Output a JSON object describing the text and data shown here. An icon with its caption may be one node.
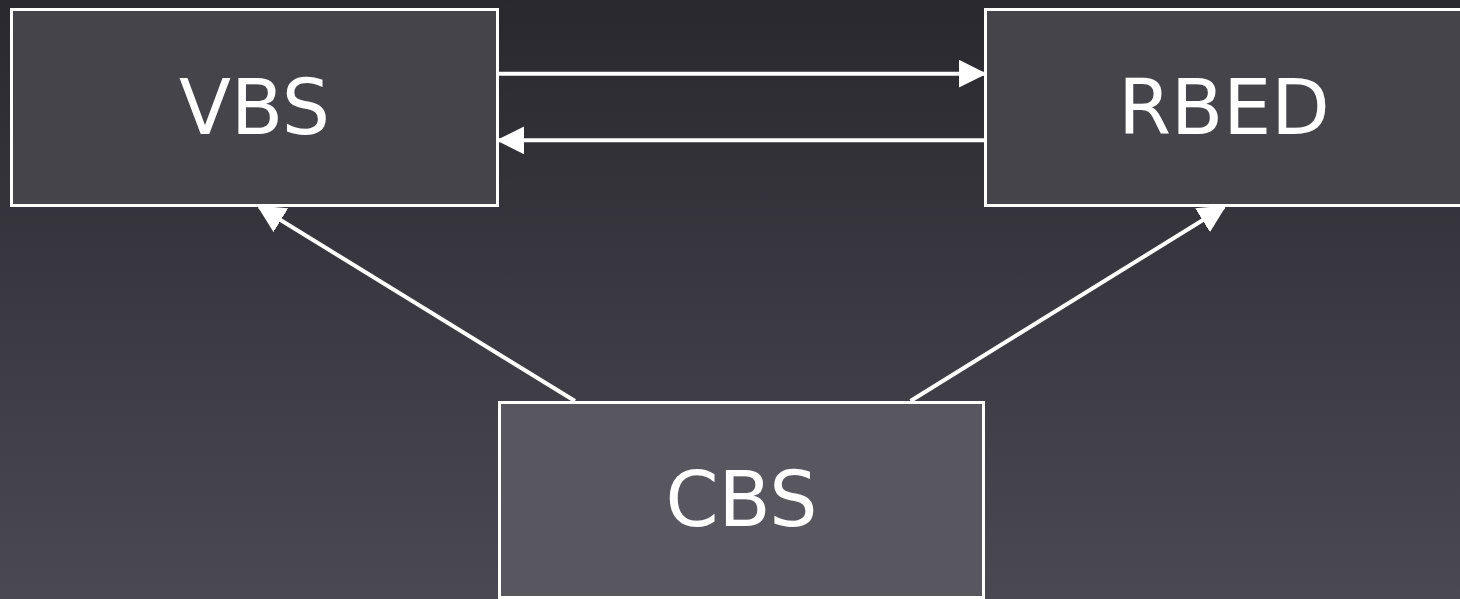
{
  "diagram": {
    "nodes": [
      {
        "text": [
          "VBS"
        ]
      },
      {
        "text": [
          "RBED"
        ]
      },
      {
        "text": [
          "CBS"
        ]
      }
    ],
    "edges": [
      {
        "from": 0,
        "to": 1,
        "arrow": "to"
      },
      {
        "from": 1,
        "to": 0,
        "arrow": "to"
      },
      {
        "from": 2,
        "to": 0,
        "arrow": "to"
      },
      {
        "from": 2,
        "to": 1,
        "arrow": "to"
      }
    ]
  }
}
